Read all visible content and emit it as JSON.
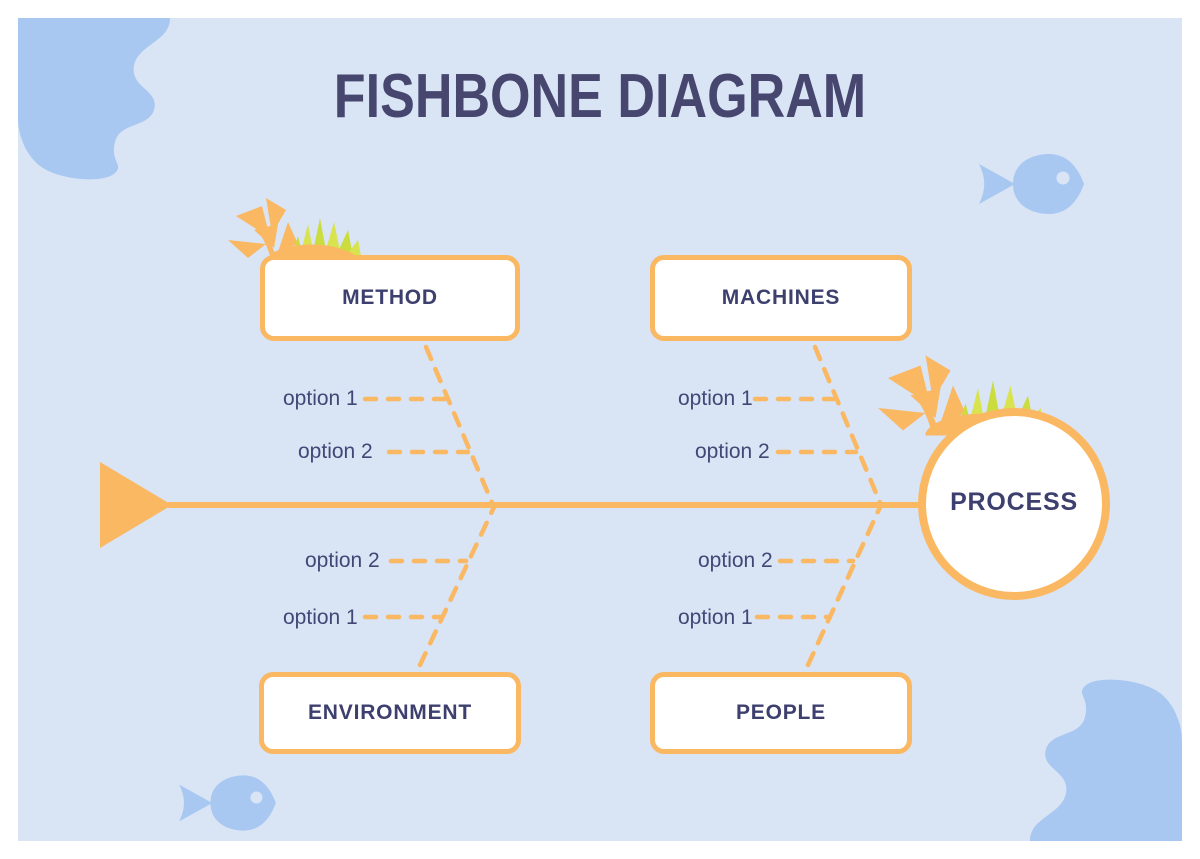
{
  "title": "FISHBONE DIAGRAM",
  "process": {
    "label": "PROCESS"
  },
  "categories": [
    {
      "label": "METHOD",
      "position": "top-left",
      "options": [
        "option 1",
        "option 2"
      ]
    },
    {
      "label": "MACHINES",
      "position": "top-right",
      "options": [
        "option 1",
        "option 2"
      ]
    },
    {
      "label": "ENVIRONMENT",
      "position": "bottom-left",
      "options": [
        "option 2",
        "option 1"
      ]
    },
    {
      "label": "PEOPLE",
      "position": "bottom-right",
      "options": [
        "option 2",
        "option 1"
      ]
    }
  ],
  "decorations": {
    "top_left_corner": "wave-blob",
    "bottom_right_corner": "wave-blob",
    "top_right": "fish-icon",
    "bottom_left": "fish-icon",
    "near_method_box": "seaweed-plant",
    "near_process_circle": "seaweed-plant"
  },
  "colors": {
    "page_margin": "#ffffff",
    "canvas_background": "#d9e4f5",
    "accent_orange": "#fab863",
    "text_navy": "#3d3f6e",
    "decor_blue": "#a8c8f2",
    "grass_green": "#cbdd3e",
    "node_fill": "#ffffff"
  }
}
